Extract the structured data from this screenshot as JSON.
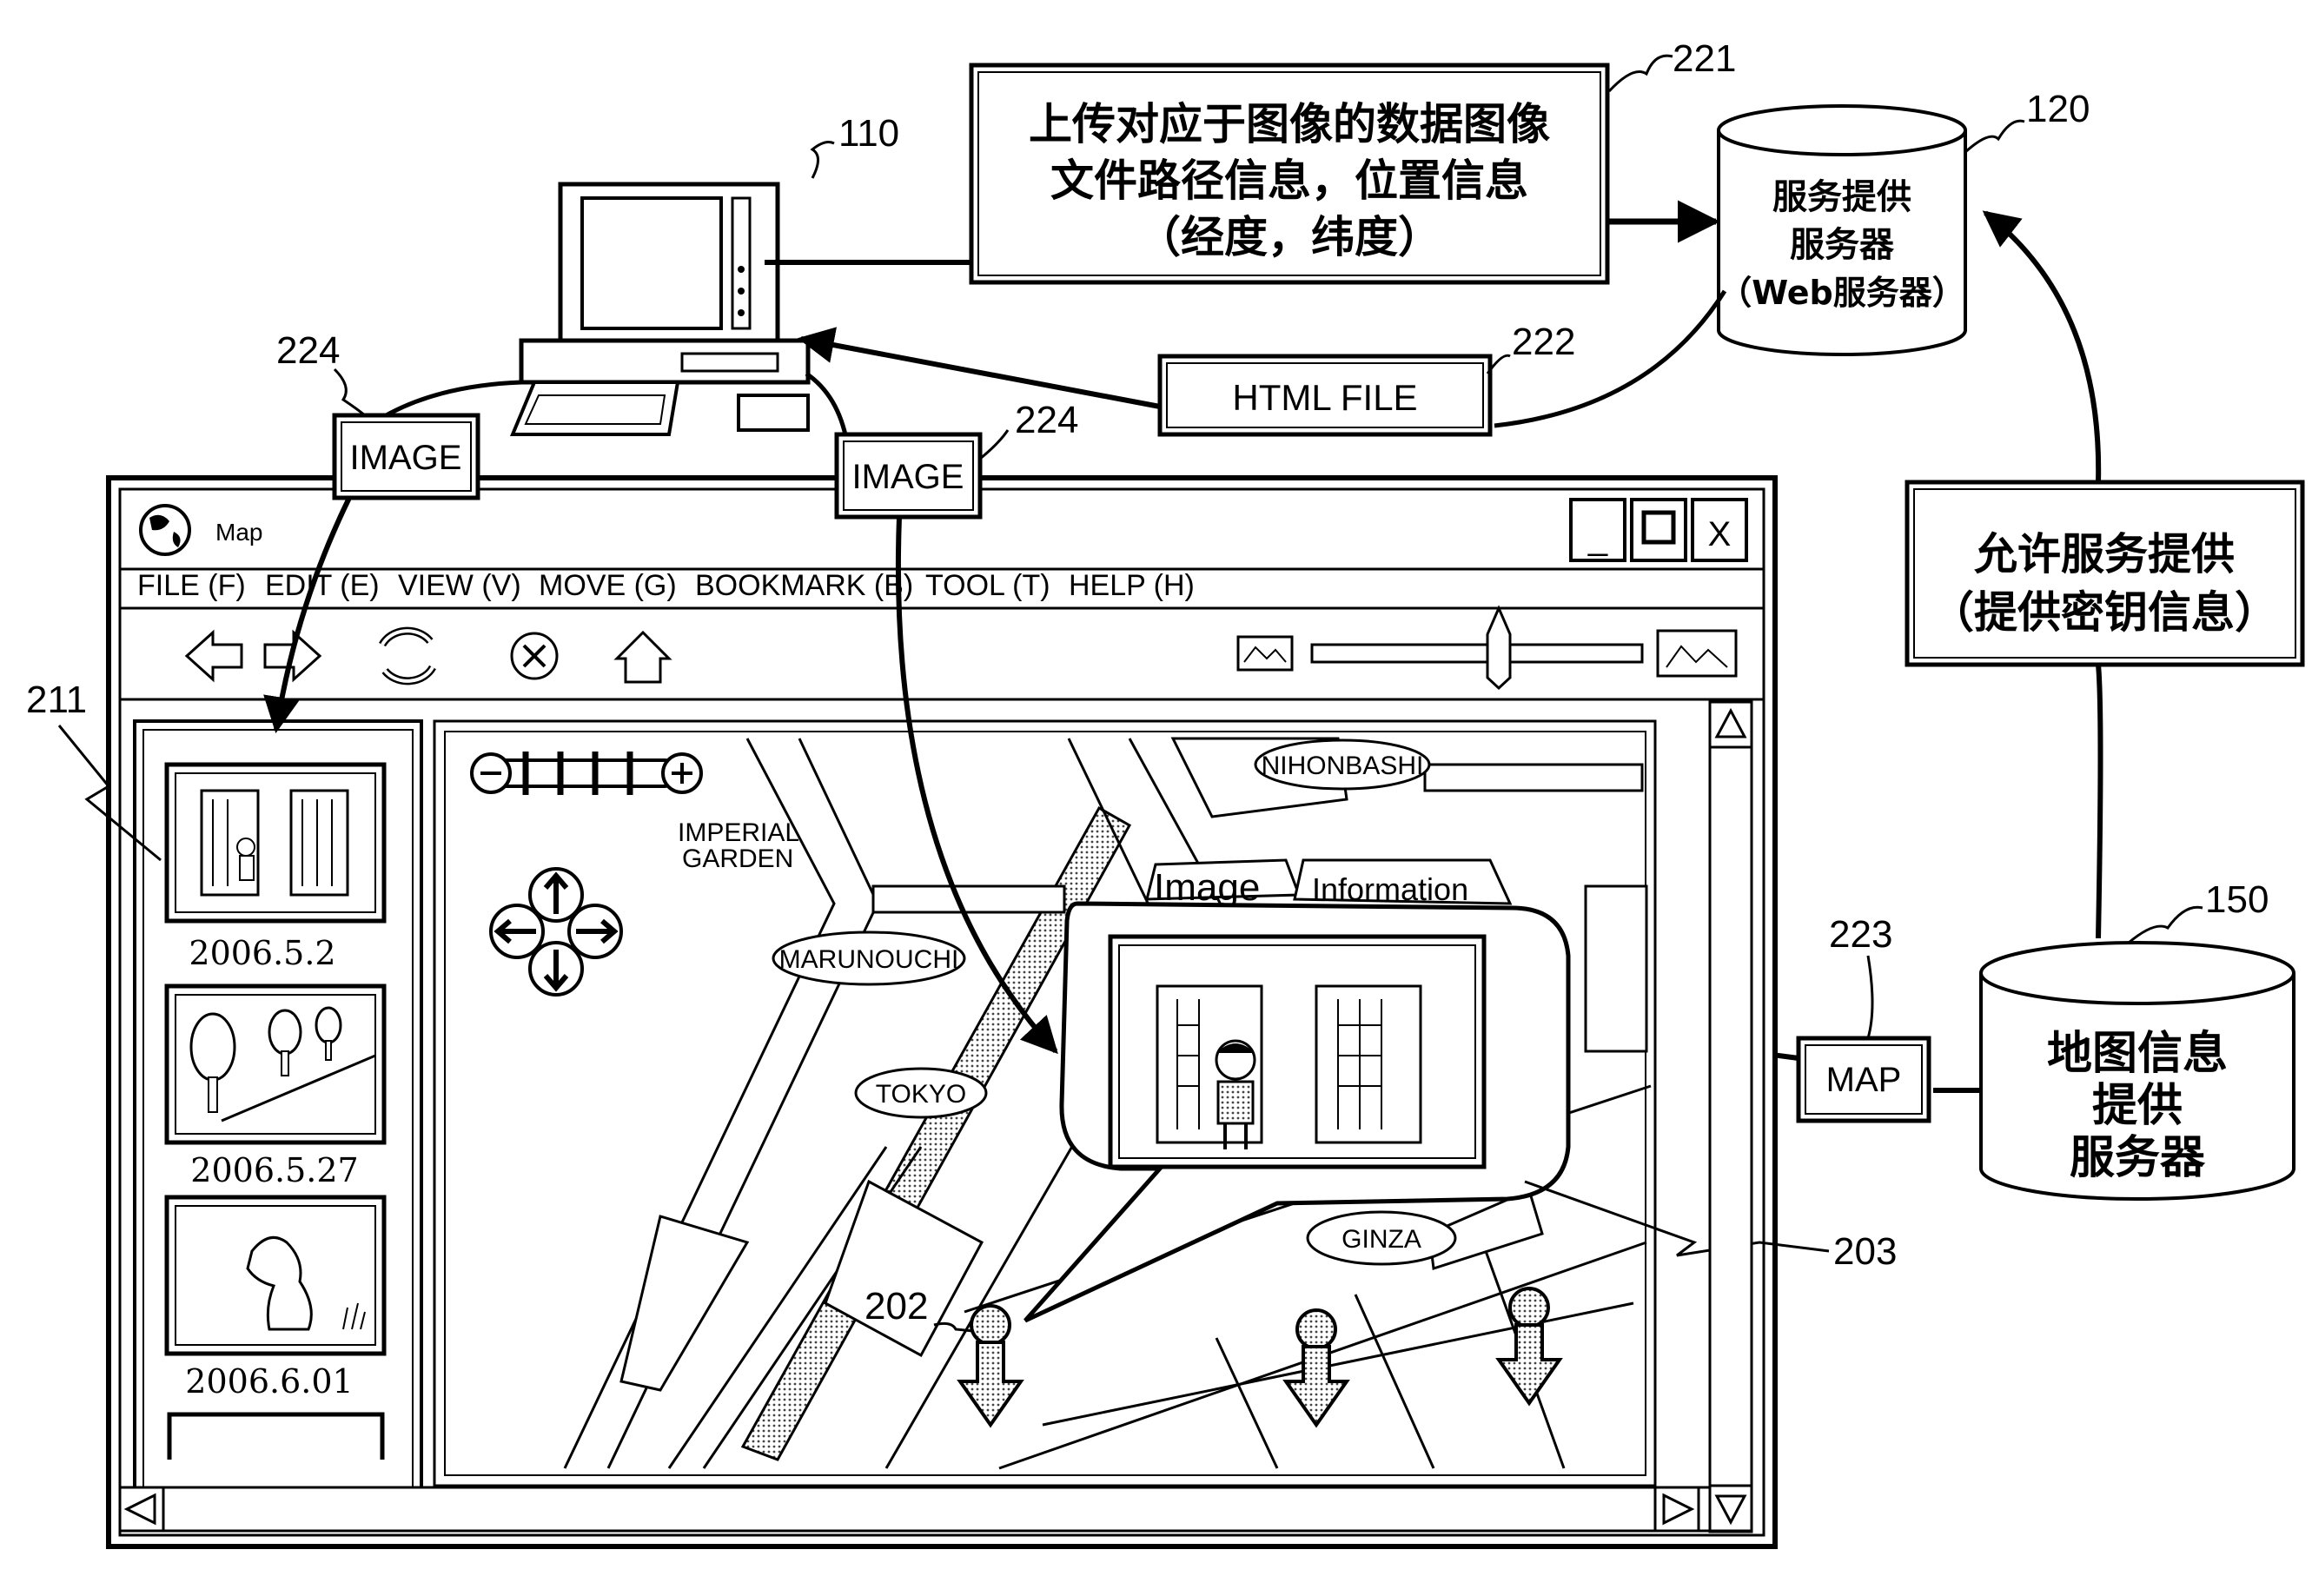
{
  "refs": {
    "pc": "110",
    "service_server": "120",
    "map_server": "150",
    "upload_box": "221",
    "html_file": "222",
    "map_label": "223",
    "image_left": "224",
    "image_right": "224",
    "thumbnails": "211",
    "marker": "202",
    "popup": "203"
  },
  "upload_box": {
    "line1": "上传对应于图像的数据图像",
    "line2": "文件路径信息，位置信息",
    "line3": "（经度，纬度）"
  },
  "service_server": {
    "line1": "服务提供",
    "line2": "服务器",
    "line3": "（Web服务器）"
  },
  "permission_box": {
    "line1": "允许服务提供",
    "line2": "（提供密钥信息）"
  },
  "map_server": {
    "line1": "地图信息",
    "line2": "提供",
    "line3": "服务器"
  },
  "flow_labels": {
    "html_file": "HTML FILE",
    "image": "IMAGE",
    "map": "MAP"
  },
  "window": {
    "title": "Map",
    "min_btn": "_",
    "close_btn": "X",
    "menu": [
      "FILE (F)",
      "EDIT (E)",
      "VIEW (V)",
      "MOVE (G)",
      "BOOKMARK (B)",
      "TOOL (T)",
      "HELP (H)"
    ]
  },
  "thumbnails": [
    {
      "date": "2006.5.2",
      "icon": "building-person-photo"
    },
    {
      "date": "2006.5.27",
      "icon": "trees-photo"
    },
    {
      "date": "2006.6.01",
      "icon": "dog-photo"
    }
  ],
  "map": {
    "places": {
      "imperial": "IMPERIAL",
      "garden": "GARDEN",
      "nihonbashi": "NIHONBASHI",
      "marunouchi": "MARUNOUCHI",
      "tokyo": "TOKYO",
      "ginza": "GINZA"
    },
    "popup_tabs": [
      "Image",
      "Information"
    ]
  }
}
